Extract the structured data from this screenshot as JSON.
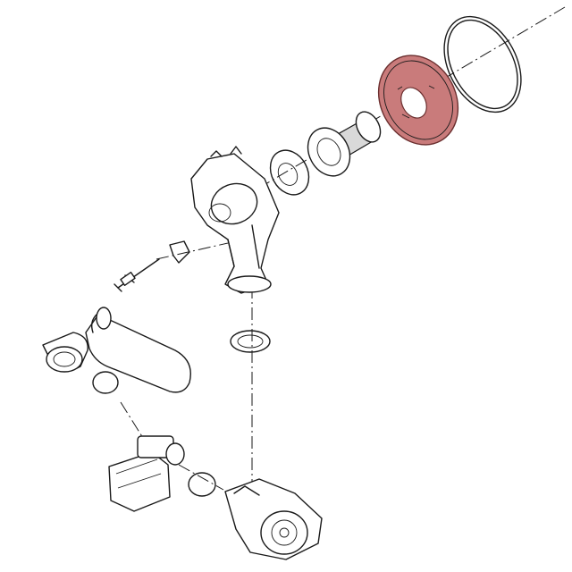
{
  "diagram": {
    "kind": "exploded-parts-view",
    "highlight_color": "#c97b7b",
    "mesh_color": "#d9d9d9",
    "parts": [
      {
        "id": "o-ring-large",
        "highlighted": false
      },
      {
        "id": "insulation-disc",
        "highlighted": true
      },
      {
        "id": "burner-tube",
        "highlighted": false
      },
      {
        "id": "burner-gasket",
        "highlighted": false
      },
      {
        "id": "burner-manifold",
        "highlighted": false
      },
      {
        "id": "clip",
        "highlighted": false
      },
      {
        "id": "ignition-electrode",
        "highlighted": false
      },
      {
        "id": "air-intake-elbow",
        "highlighted": false
      },
      {
        "id": "circlip-left",
        "highlighted": false
      },
      {
        "id": "manifold-gasket",
        "highlighted": false
      },
      {
        "id": "gas-valve",
        "highlighted": false
      },
      {
        "id": "circlip-right",
        "highlighted": false
      },
      {
        "id": "fan-assembly",
        "highlighted": false
      }
    ]
  }
}
